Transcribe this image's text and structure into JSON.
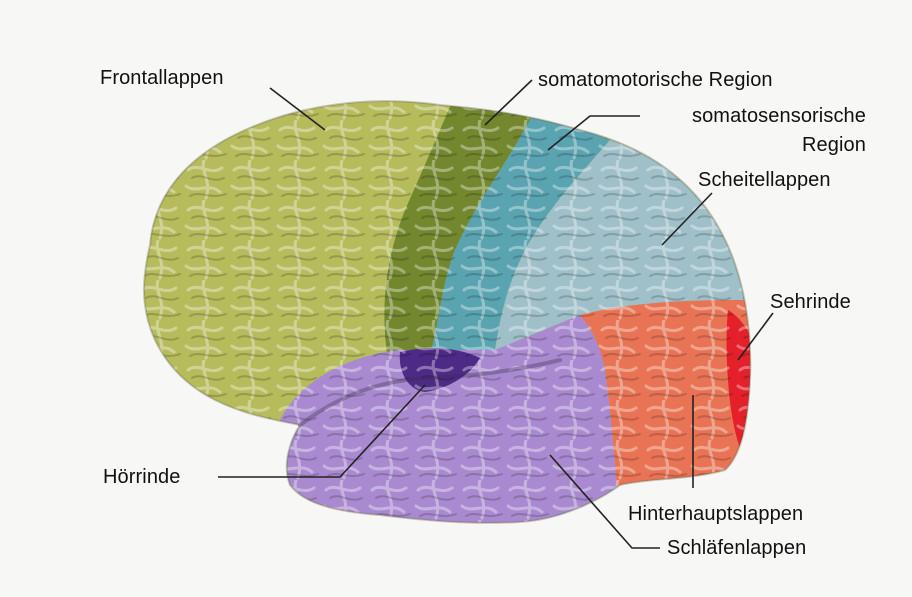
{
  "labels": {
    "frontallappen": "Frontallappen",
    "somatomotorisch": "somatomotorische Region",
    "somatosensorisch_1": "somatosensorische",
    "somatosensorisch_2": "Region",
    "scheitellappen": "Scheitellappen",
    "sehrinde": "Sehrinde",
    "hoerrinde": "Hörrinde",
    "hinterhauptslappen": "Hinterhauptslappen",
    "schlaefenlappen": "Schläfenlappen"
  },
  "colors": {
    "frontal": "#b6bc5c",
    "motor": "#72872e",
    "somatosensory": "#5aa3b0",
    "parietal": "#9fc0c9",
    "occipital": "#e87455",
    "visual_cortex": "#e4202b",
    "temporal": "#a98ad0",
    "auditory": "#4d2a86",
    "leader_lines": "#222222"
  }
}
